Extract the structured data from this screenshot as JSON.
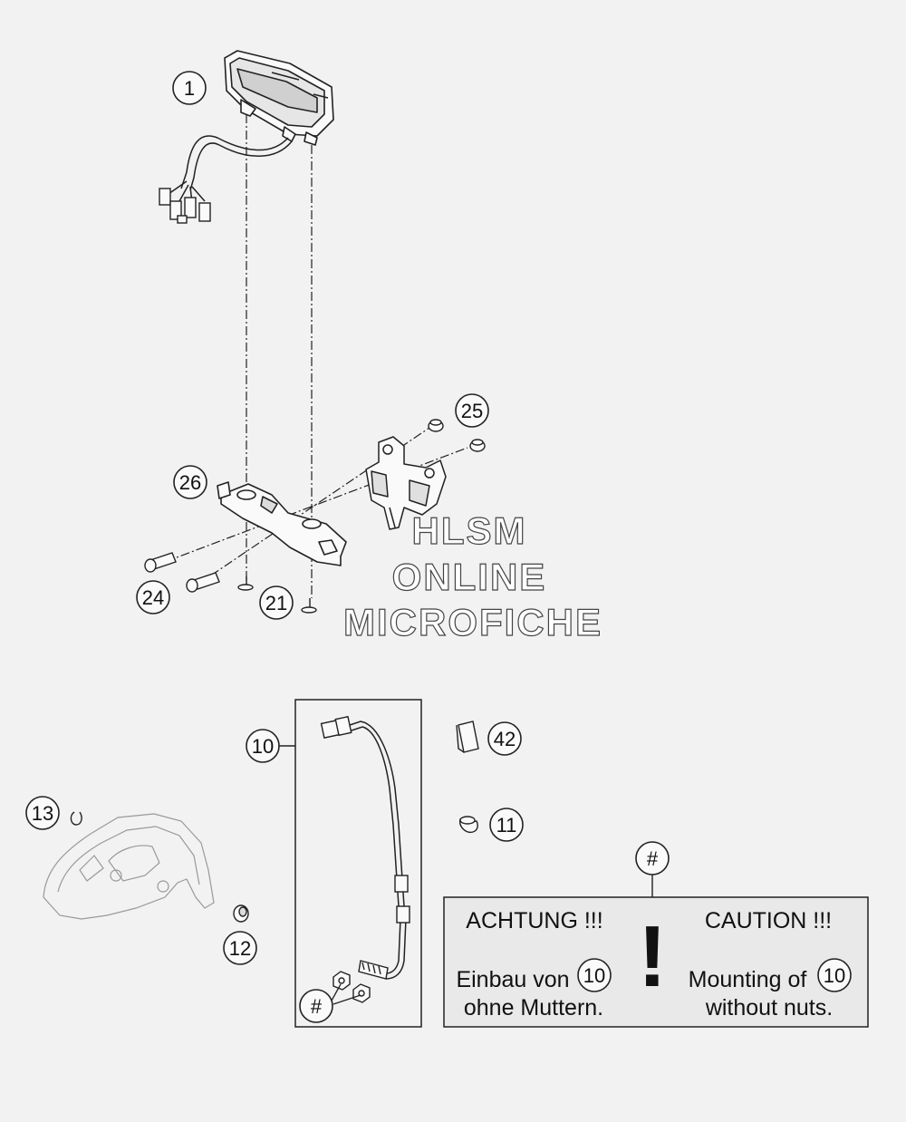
{
  "callouts": {
    "c1": "1",
    "c25": "25",
    "c26": "26",
    "c24": "24",
    "c21": "21",
    "c10": "10",
    "c42": "42",
    "c13": "13",
    "c11": "11",
    "c12": "12",
    "hash_kit": "#",
    "hash_note": "#"
  },
  "watermark": {
    "line1": "HLSM",
    "line2": "ONLINE",
    "line3": "MICROFICHE"
  },
  "note": {
    "de_heading": "ACHTUNG !!!",
    "de_line1": "Einbau von",
    "de_ref": "10",
    "de_line2": "ohne Muttern.",
    "en_heading": "CAUTION !!!",
    "en_line1": "Mounting of",
    "en_ref": "10",
    "en_line2": "without nuts.",
    "exclamation": "!"
  }
}
